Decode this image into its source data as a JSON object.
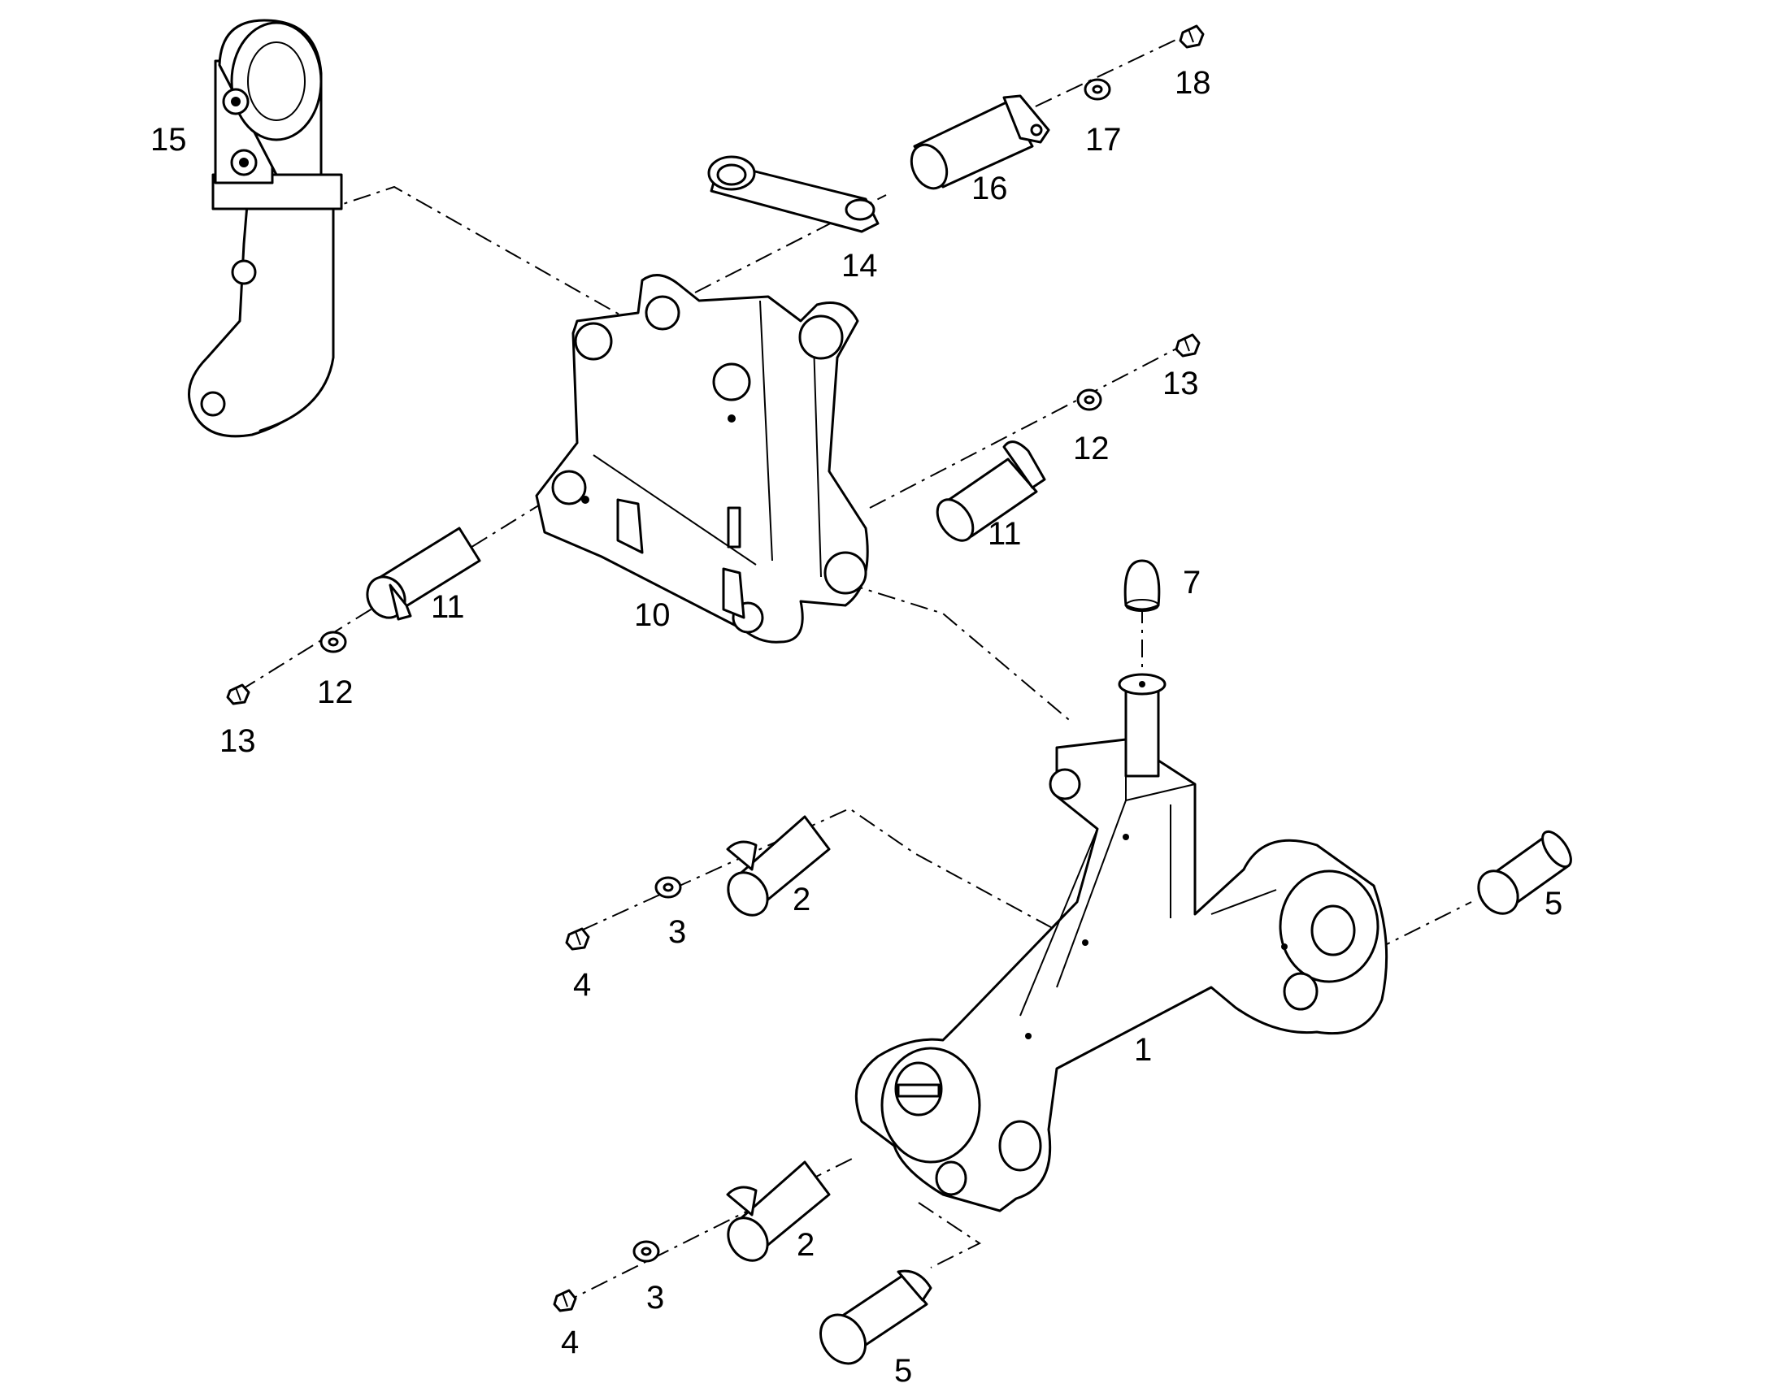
{
  "diagram": {
    "type": "exploded parts view",
    "colors": {
      "line": "#000000",
      "background": "#ffffff"
    },
    "callouts": [
      {
        "id": "c1",
        "label": "1"
      },
      {
        "id": "c2a",
        "label": "2"
      },
      {
        "id": "c2b",
        "label": "2"
      },
      {
        "id": "c3a",
        "label": "3"
      },
      {
        "id": "c3b",
        "label": "3"
      },
      {
        "id": "c4a",
        "label": "4"
      },
      {
        "id": "c4b",
        "label": "4"
      },
      {
        "id": "c5a",
        "label": "5"
      },
      {
        "id": "c5b",
        "label": "5"
      },
      {
        "id": "c7",
        "label": "7"
      },
      {
        "id": "c10",
        "label": "10"
      },
      {
        "id": "c11a",
        "label": "11"
      },
      {
        "id": "c11b",
        "label": "11"
      },
      {
        "id": "c12a",
        "label": "12"
      },
      {
        "id": "c12b",
        "label": "12"
      },
      {
        "id": "c13a",
        "label": "13"
      },
      {
        "id": "c13b",
        "label": "13"
      },
      {
        "id": "c14",
        "label": "14"
      },
      {
        "id": "c15",
        "label": "15"
      },
      {
        "id": "c16",
        "label": "16"
      },
      {
        "id": "c17",
        "label": "17"
      },
      {
        "id": "c18",
        "label": "18"
      }
    ]
  }
}
